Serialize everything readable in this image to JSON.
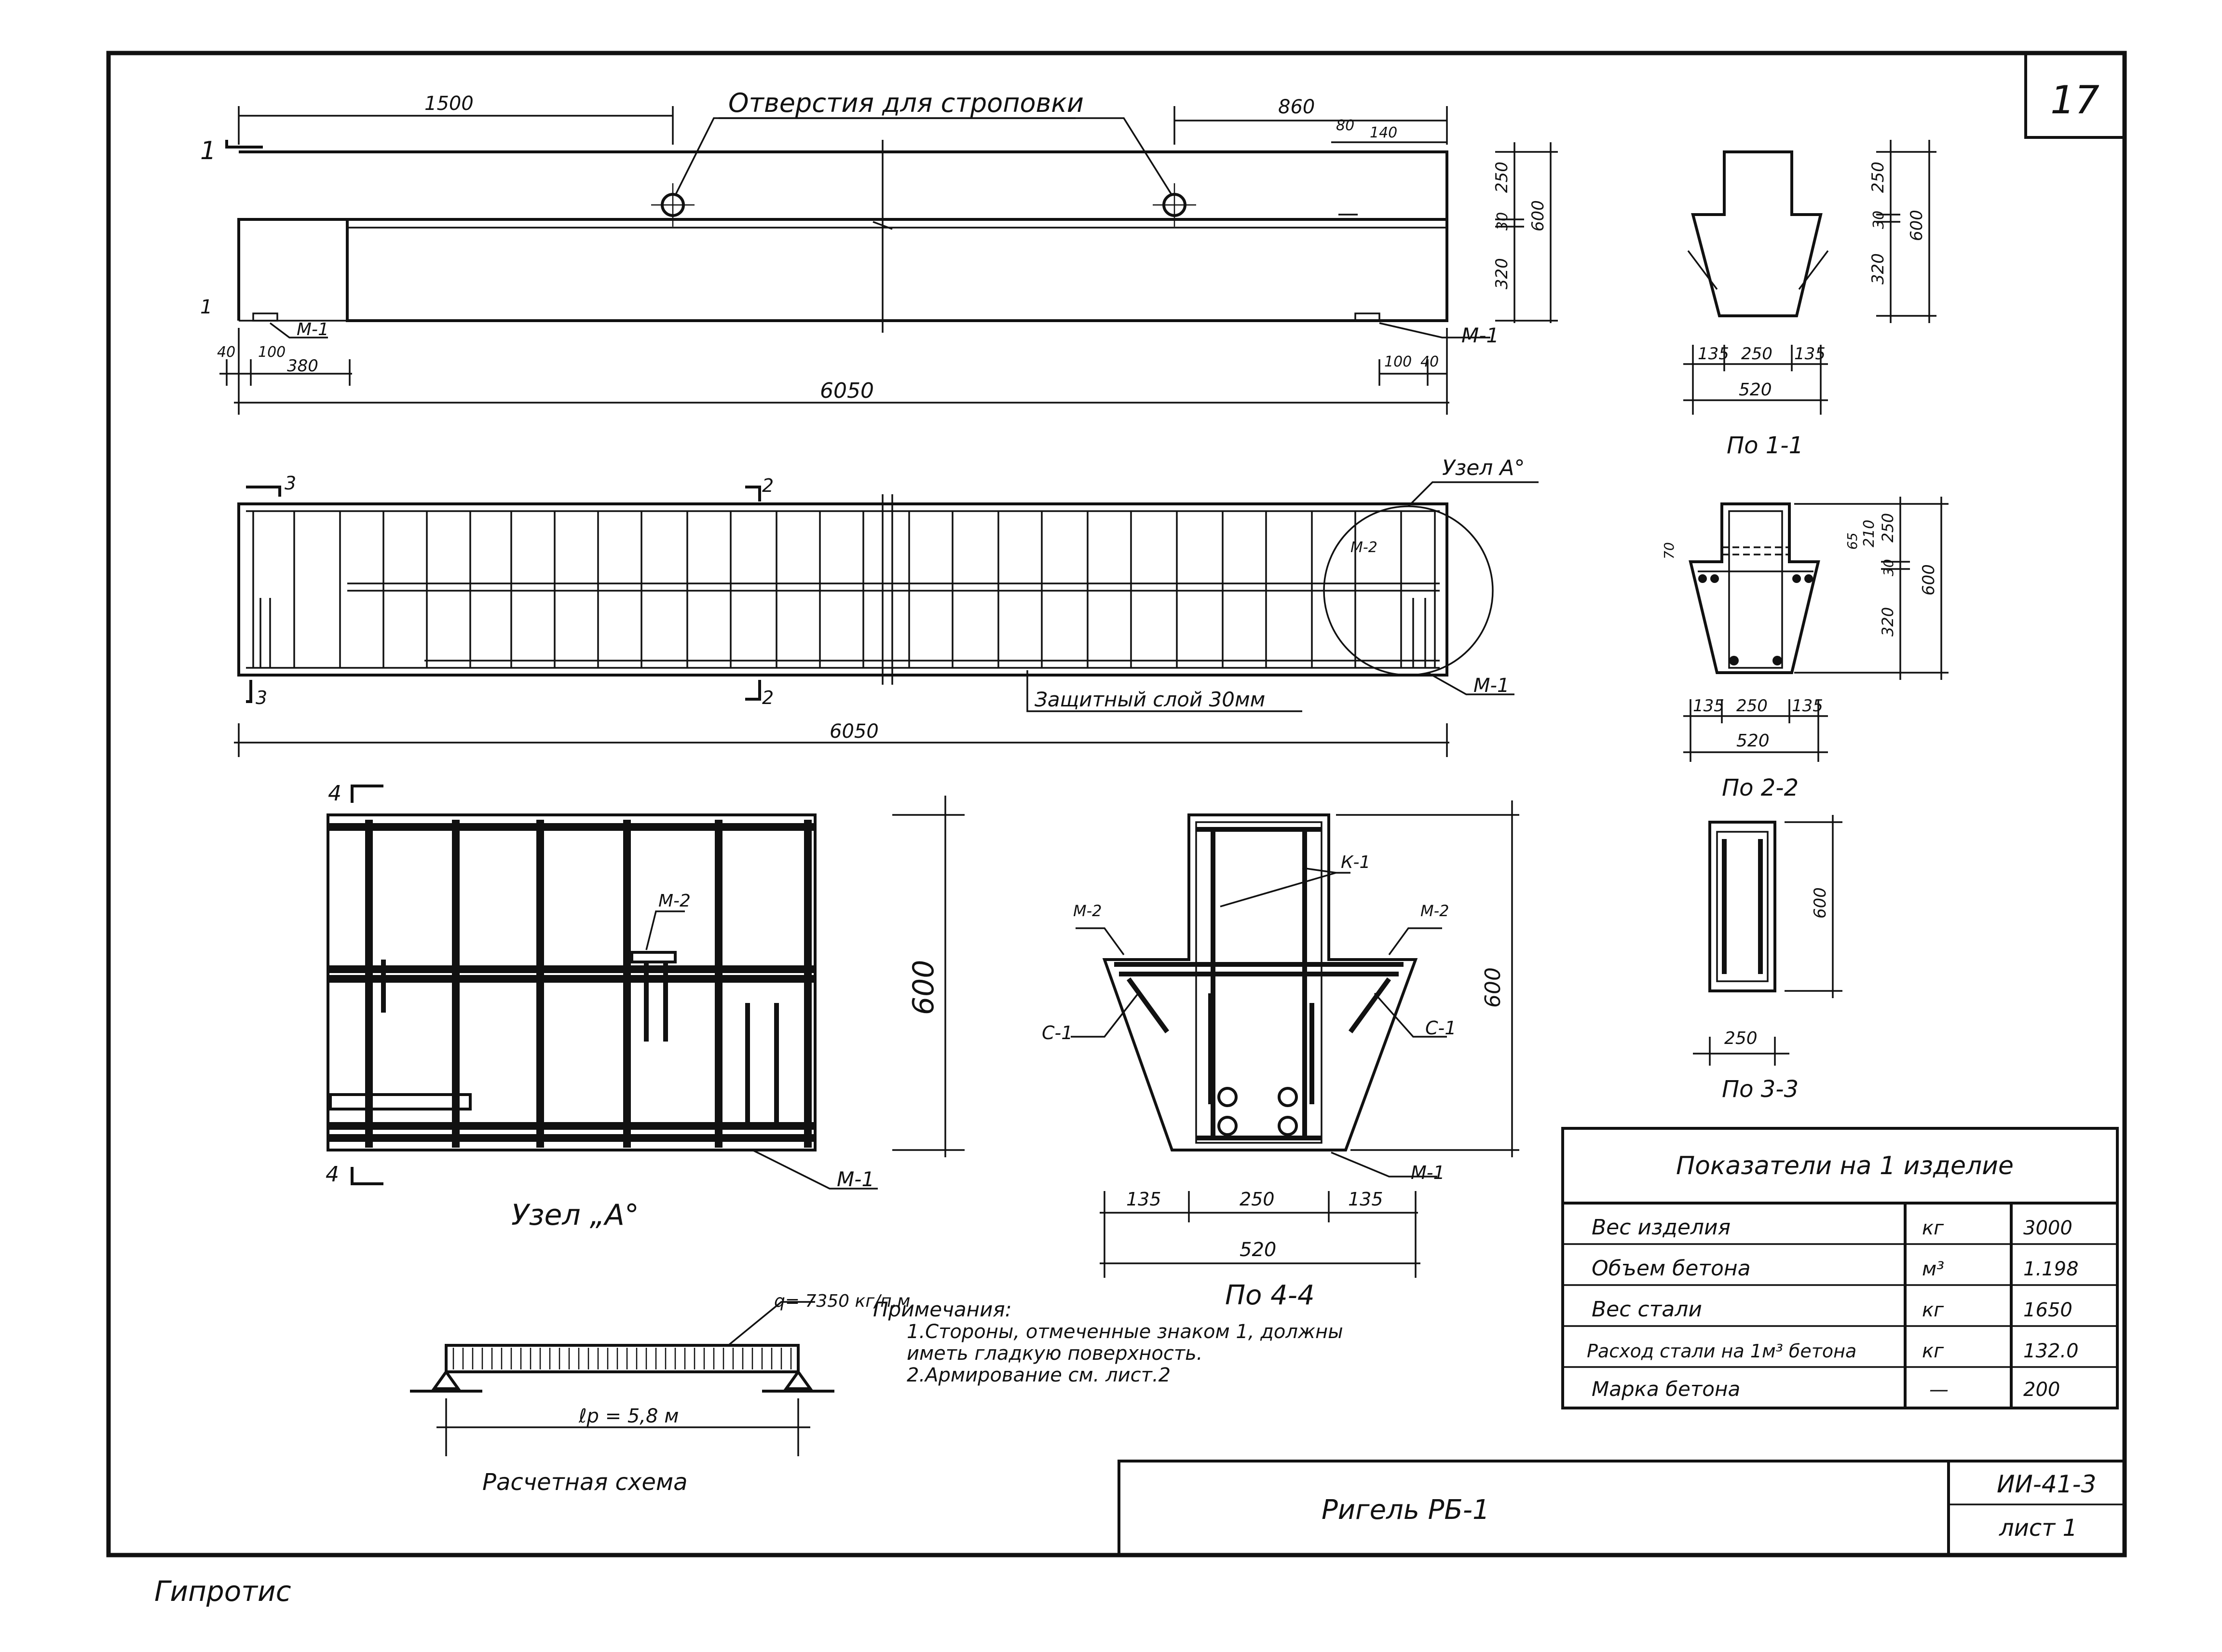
{
  "sheet_number": "17",
  "drawing_title": "Ригель РБ-1",
  "series_code": "ИИ-41-3",
  "sheet_label": "лист 1",
  "organization": "Гипротис",
  "elevation": {
    "holes_label": "Отверстия для строповки",
    "dims_top": [
      "1500",
      "860",
      "80",
      "140"
    ],
    "dims_side": [
      "250",
      "30",
      "320",
      "600"
    ],
    "dims_bottom": [
      "40",
      "100",
      "380",
      "100",
      "40"
    ],
    "overall": "6050",
    "embedded_left": "М-1",
    "embedded_right": "М-1",
    "section_mark": "1"
  },
  "plan": {
    "section_marks": [
      "3",
      "2",
      "3",
      "2"
    ],
    "node_label": "Узел А°",
    "embedded_a": "М-2",
    "embedded_b": "М-1",
    "cover_note": "Защитный слой 30мм",
    "overall": "6050"
  },
  "section_1_1": {
    "title": "По 1-1",
    "dims_side": [
      "250",
      "30",
      "320",
      "600"
    ],
    "dims_bottom": [
      "135",
      "250",
      "135",
      "520"
    ]
  },
  "section_2_2": {
    "title": "По 2-2",
    "dims_side": [
      "70",
      "65",
      "210",
      "250",
      "30",
      "320",
      "600"
    ],
    "dims_bottom": [
      "135",
      "250",
      "135",
      "520"
    ]
  },
  "section_3_3": {
    "title": "По 3-3",
    "dims_side": [
      "600"
    ],
    "dims_bottom": [
      "250"
    ]
  },
  "node": {
    "title": "Узел „А°",
    "section_mark": "4",
    "embedded_a": "М-2",
    "embedded_b": "М-1",
    "height": "600"
  },
  "section_4_4": {
    "title": "По 4-4",
    "labels": [
      "К-1",
      "М-2",
      "М-2",
      "С-1",
      "С-1",
      "М-1"
    ],
    "height": "600",
    "dims_bottom": [
      "135",
      "250",
      "135",
      "520"
    ]
  },
  "design_scheme": {
    "load_label": "q= 7350 кг/п.м.",
    "span_label": "ℓр = 5,8 м",
    "title": "Расчетная схема"
  },
  "notes": {
    "heading": "Примечания:",
    "lines": [
      "1.Стороны, отмеченные знаком 1, должны",
      "иметь гладкую поверхность.",
      "2.Армирование см. лист.2"
    ]
  },
  "indicators_table": {
    "header": "Показатели на 1 изделие",
    "rows": [
      {
        "name": "Вес изделия",
        "unit": "кг",
        "value": "3000"
      },
      {
        "name": "Объем бетона",
        "unit": "м³",
        "value": "1.198"
      },
      {
        "name": "Вес стали",
        "unit": "кг",
        "value": "1650"
      },
      {
        "name": "Расход стали на 1м³ бетона",
        "unit": "кг",
        "value": "132.0"
      },
      {
        "name": "Марка бетона",
        "unit": "—",
        "value": "200"
      }
    ]
  }
}
